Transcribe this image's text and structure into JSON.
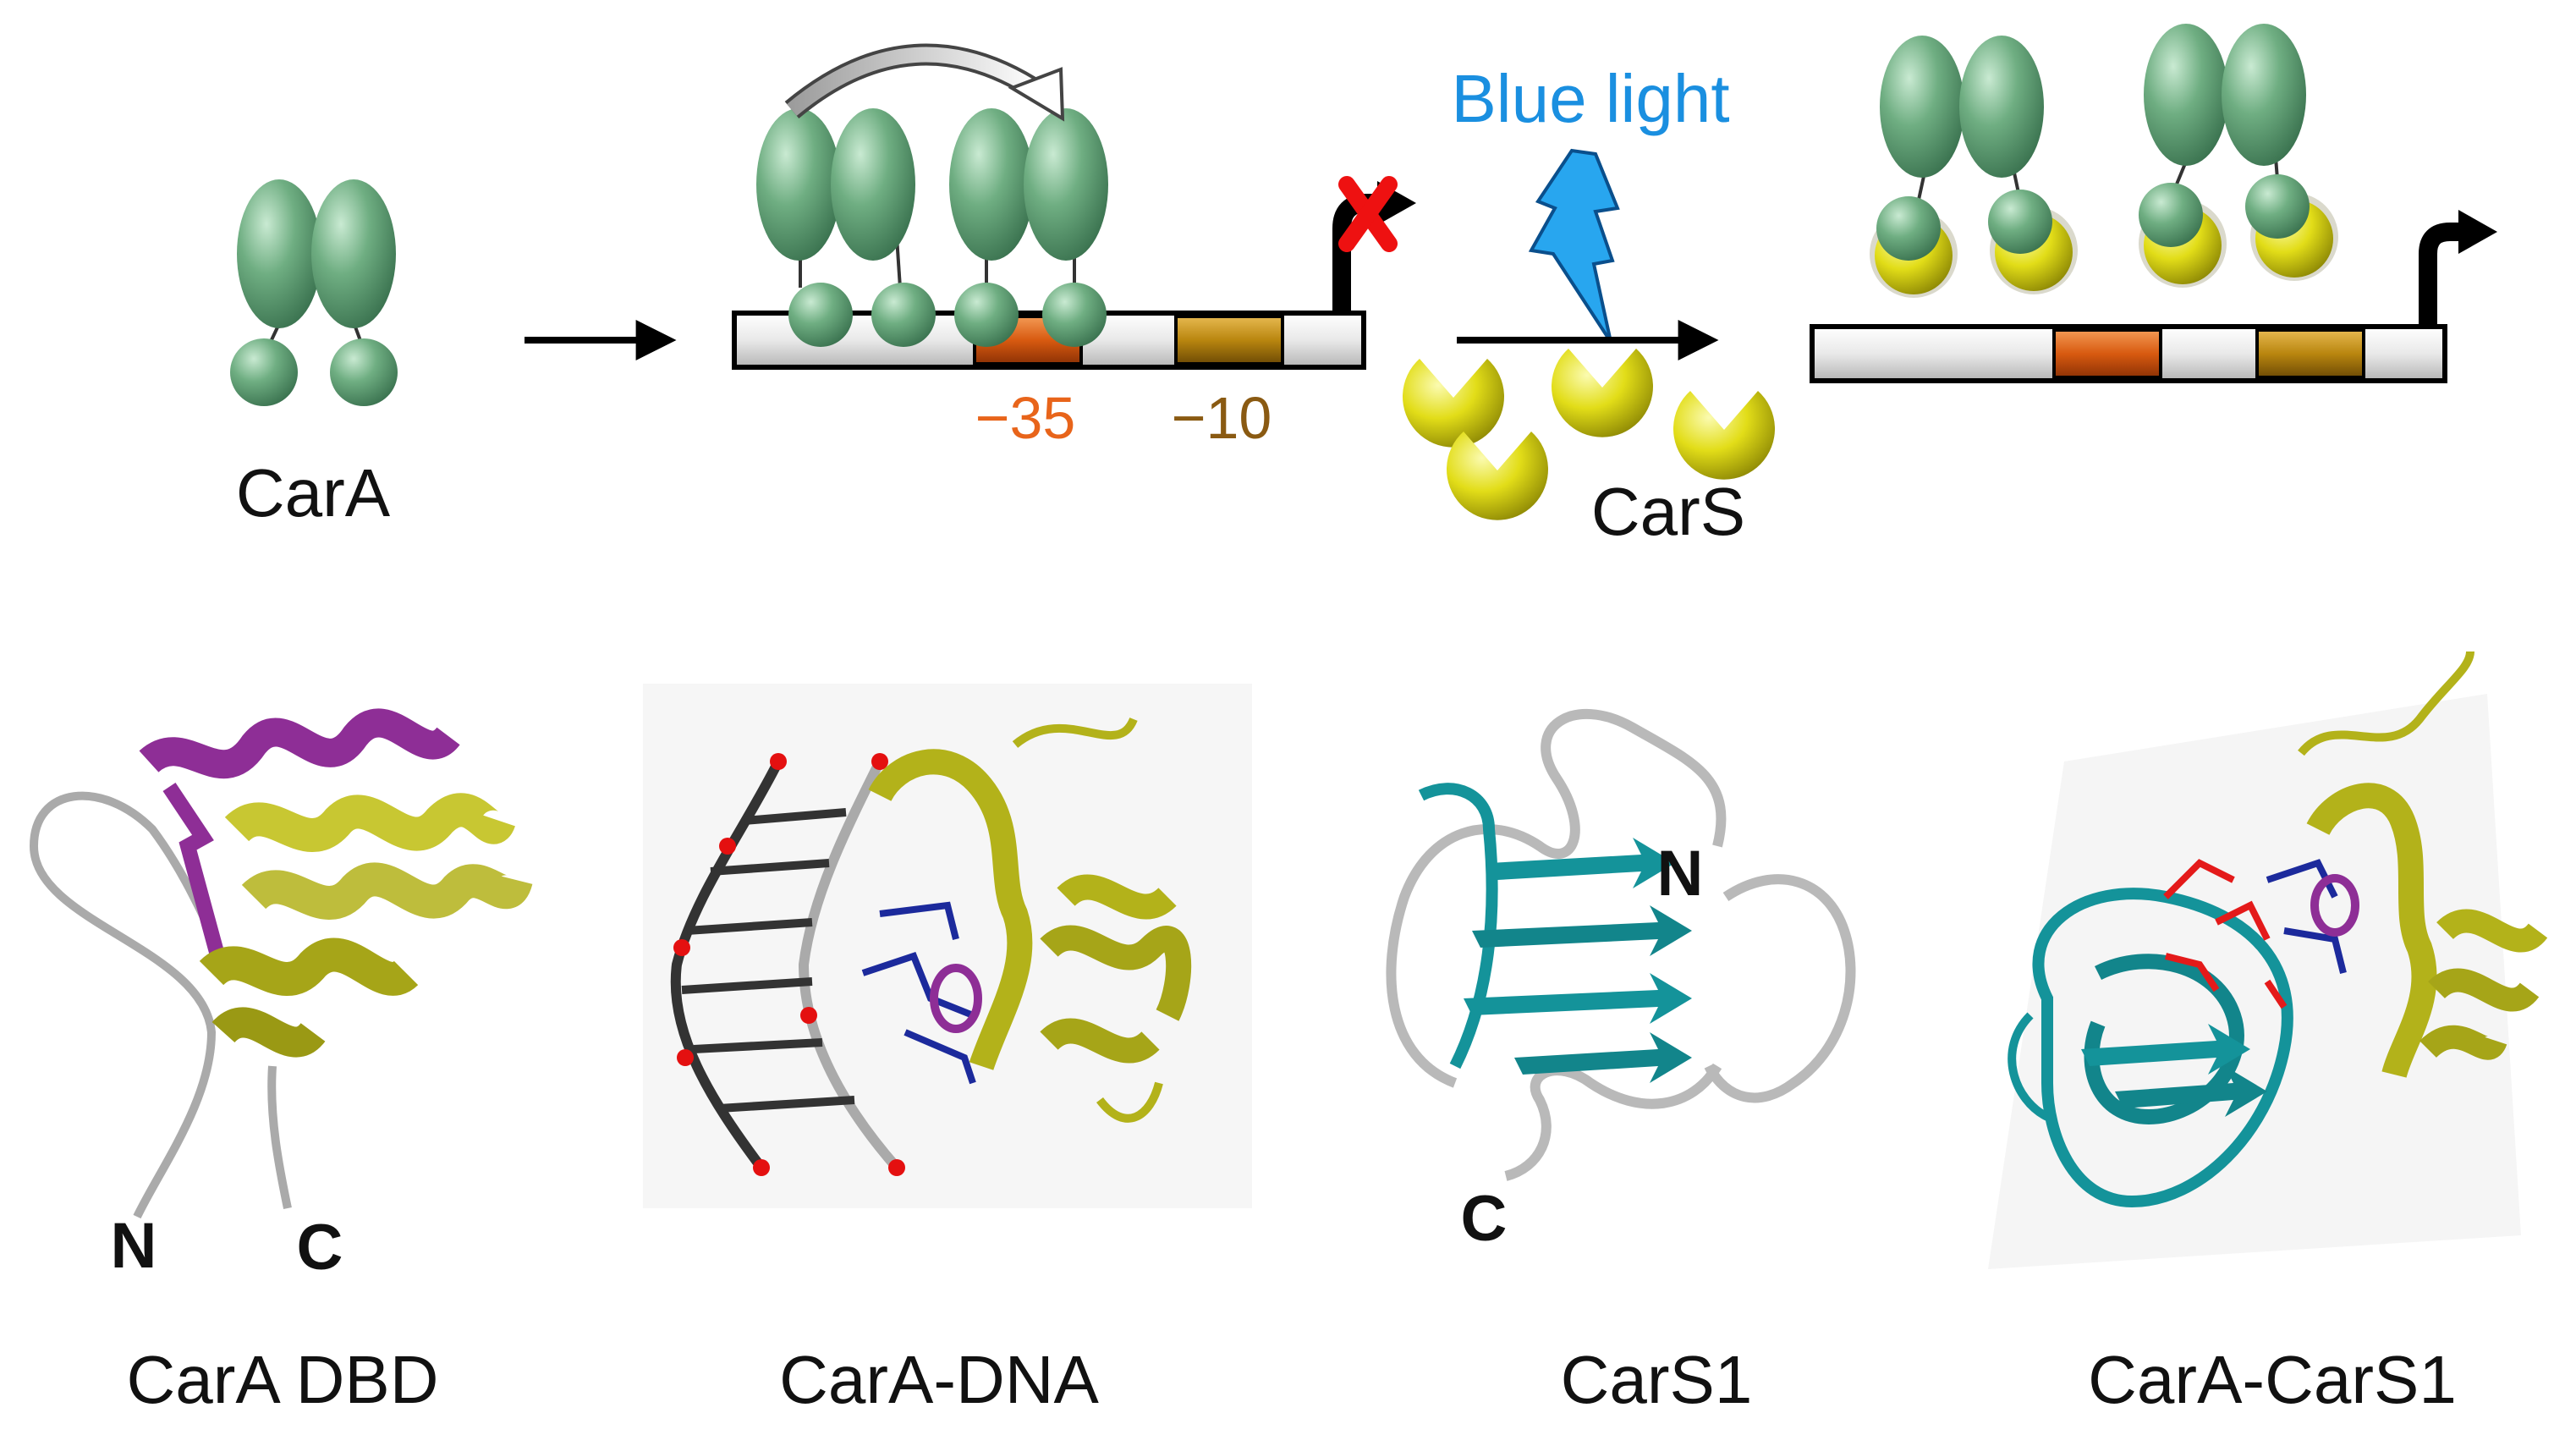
{
  "labels": {
    "cara": "CarA",
    "minus35": "−35",
    "minus10": "−10",
    "blue_light": "Blue light",
    "cars": "CarS",
    "n_terminus": "N",
    "c_terminus": "C",
    "cara_dbd": "CarA DBD",
    "cara_dna": "CarA-DNA",
    "cars1": "CarS1",
    "cara_cars1": "CarA-CarS1"
  },
  "colors": {
    "protein_green": "#6fae82",
    "protein_green_dark": "#3f7a55",
    "cars_yellow": "#e6e21a",
    "minus35_box": "#d85a10",
    "minus10_box": "#b9860f",
    "minus35_text": "#e8641a",
    "minus10_text": "#8a5a12",
    "blue_light": "#1a8fe0",
    "block_x": "#ee1111",
    "helix_olive": "#b3b21a",
    "strand_purple": "#8e2e96",
    "cars1_teal": "#14939a",
    "loop_grey": "#b9b9b9"
  }
}
